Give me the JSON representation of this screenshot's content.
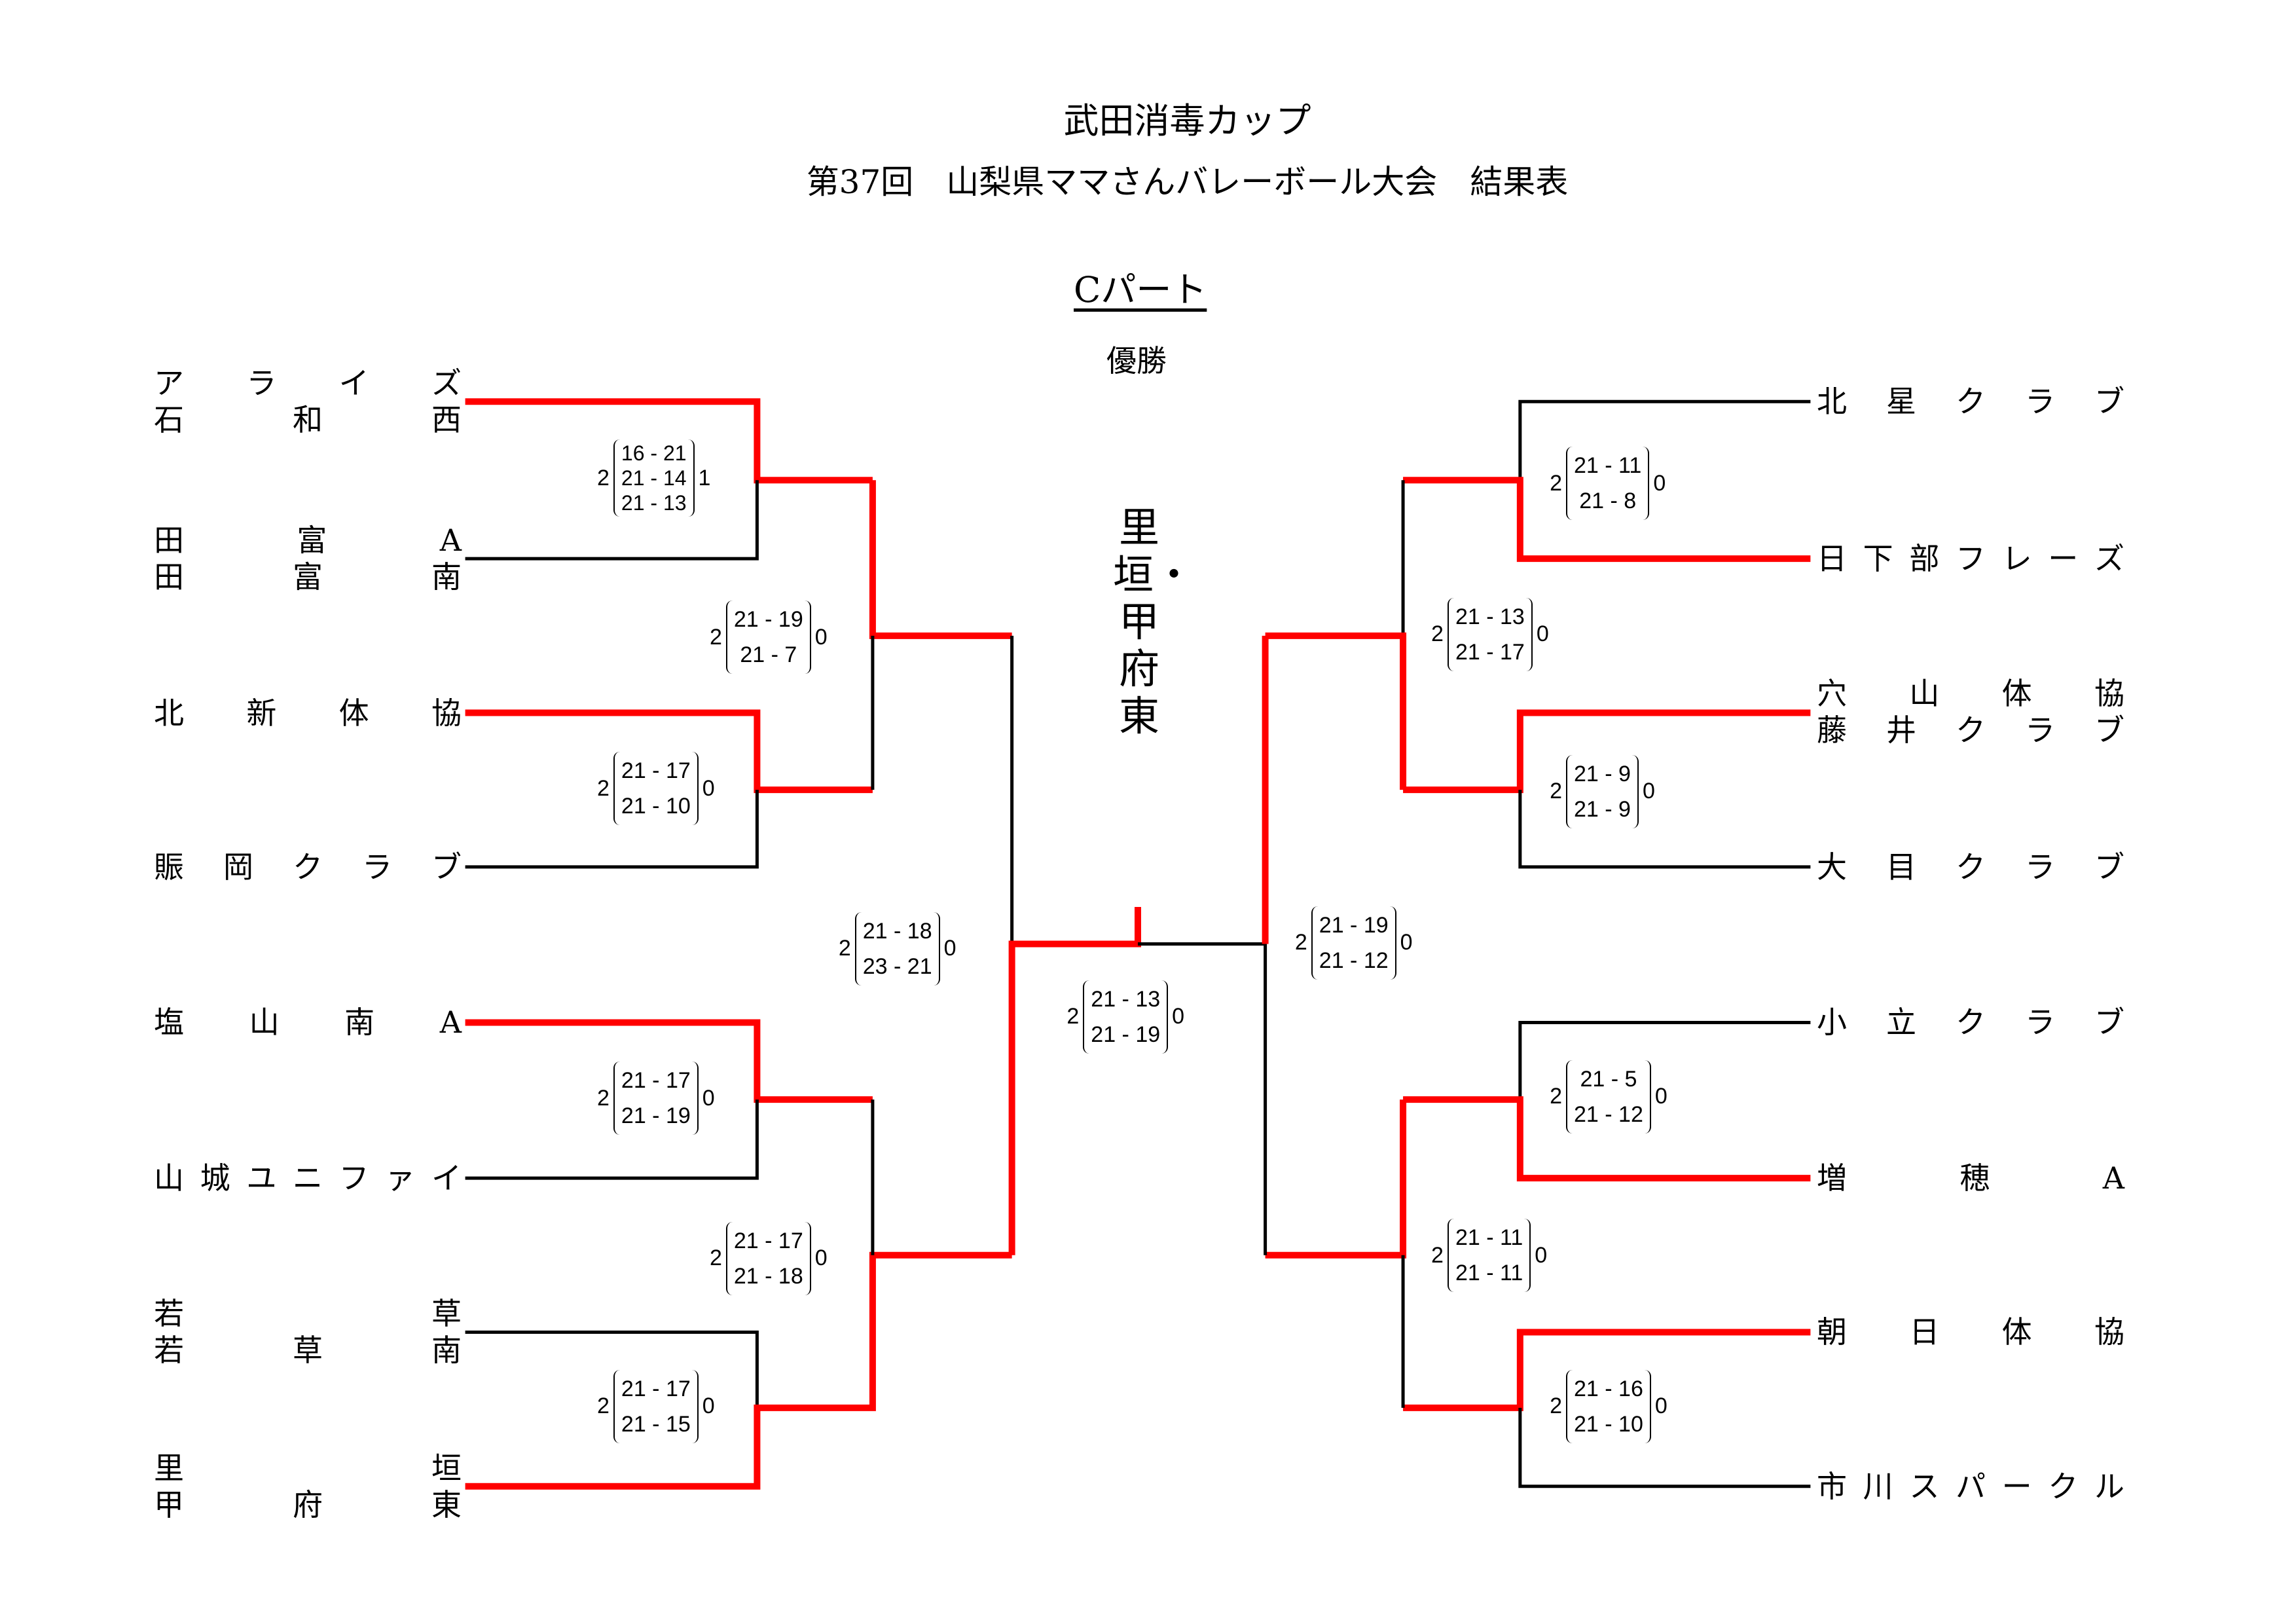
{
  "header": {
    "title": "武田消毒カップ",
    "subtitle": "第37回　山梨県ママさんバレーボール大会　結果表",
    "part": "Cパート",
    "champion_label": "優勝",
    "champion": "里垣・甲府東"
  },
  "colors": {
    "win": "#ff0000",
    "line": "#000000"
  },
  "left_teams": [
    {
      "lines": [
        "アライズ",
        "石和西"
      ]
    },
    {
      "lines": [
        "田富A",
        "田富南"
      ]
    },
    {
      "lines": [
        "北新体協"
      ]
    },
    {
      "lines": [
        "賑岡クラブ"
      ]
    },
    {
      "lines": [
        "塩山南A"
      ]
    },
    {
      "lines": [
        "山城ユニファイ"
      ]
    },
    {
      "lines": [
        "若草",
        "若草南"
      ]
    },
    {
      "lines": [
        "里垣",
        "甲府東"
      ]
    }
  ],
  "right_teams": [
    {
      "lines": [
        "北星クラブ"
      ]
    },
    {
      "lines": [
        "日下部フレーズ"
      ]
    },
    {
      "lines": [
        "穴山体協",
        "藤井クラブ"
      ]
    },
    {
      "lines": [
        "大目クラブ"
      ]
    },
    {
      "lines": [
        "小立クラブ"
      ]
    },
    {
      "lines": [
        "増穂A"
      ]
    },
    {
      "lines": [
        "朝日体協"
      ]
    },
    {
      "lines": [
        "市川スパークル"
      ]
    }
  ],
  "scores": [
    {
      "l": "2",
      "r": "1",
      "sets": [
        "16 - 21",
        "21 - 14",
        "21 - 13"
      ]
    },
    {
      "l": "2",
      "r": "0",
      "sets": [
        "21 - 17",
        "21 - 10"
      ]
    },
    {
      "l": "2",
      "r": "0",
      "sets": [
        "21 - 17",
        "21 - 19"
      ]
    },
    {
      "l": "2",
      "r": "0",
      "sets": [
        "21 - 17",
        "21 - 15"
      ]
    },
    {
      "l": "2",
      "r": "0",
      "sets": [
        "21 - 19",
        "21 - 7"
      ]
    },
    {
      "l": "2",
      "r": "0",
      "sets": [
        "21 - 17",
        "21 - 18"
      ]
    },
    {
      "l": "2",
      "r": "0",
      "sets": [
        "21 - 18",
        "23 - 21"
      ]
    },
    {
      "l": "2",
      "r": "0",
      "sets": [
        "21 - 13",
        "21 - 19"
      ]
    },
    {
      "l": "2",
      "r": "0",
      "sets": [
        "21 - 19",
        "21 - 12"
      ]
    },
    {
      "l": "2",
      "r": "0",
      "sets": [
        "21 - 13",
        "21 - 17"
      ]
    },
    {
      "l": "2",
      "r": "0",
      "sets": [
        "21 - 11",
        "21 - 11"
      ]
    },
    {
      "l": "2",
      "r": "0",
      "sets": [
        "21 - 11",
        "21 - 8"
      ]
    },
    {
      "l": "2",
      "r": "0",
      "sets": [
        "21 - 9",
        "21 - 9"
      ]
    },
    {
      "l": "2",
      "r": "0",
      "sets": [
        "21 - 5",
        "21 - 12"
      ]
    },
    {
      "l": "2",
      "r": "0",
      "sets": [
        "21 - 16",
        "21 - 10"
      ]
    }
  ]
}
